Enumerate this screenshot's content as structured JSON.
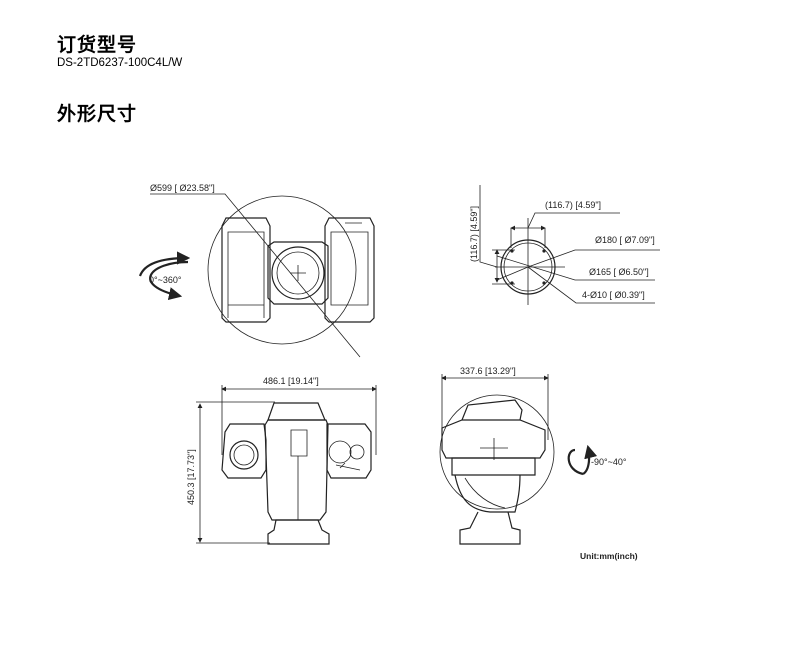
{
  "order_section": {
    "title": "订货型号",
    "model": "DS-2TD6237-100C4L/W"
  },
  "dimension_section": {
    "title": "外形尺寸"
  },
  "top_view": {
    "diameter_label": "Ø599 [ Ø23.58\"]",
    "pan_range": "0°~360°"
  },
  "mount_view": {
    "horizontal_label": "(116.7) [4.59\"]",
    "vertical_label": "(116.7) [4.59\"]",
    "outer_diameter": "Ø180 [ Ø7.09\"]",
    "bolt_circle": "Ø165 [ Ø6.50\"]",
    "holes": "4-Ø10 [ Ø0.39\"]"
  },
  "front_view": {
    "width_label": "486.1 [19.14\"]",
    "height_label": "450.3 [17.73\"]"
  },
  "side_view": {
    "depth_label": "337.6 [13.29\"]",
    "tilt_range": "-90°~40°"
  },
  "unit_note": "Unit:mm(inch)"
}
